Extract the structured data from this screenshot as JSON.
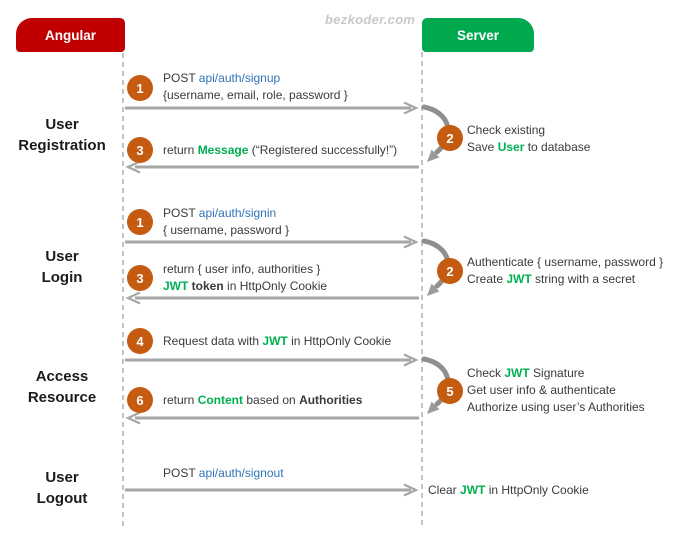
{
  "watermark": "bezkoder.com",
  "actors": {
    "client": "Angular",
    "server": "Server"
  },
  "colors": {
    "client_box": "#C00000",
    "server_box": "#00A94E",
    "badge_orange": "#C55A11",
    "highlight_green": "#00B050",
    "link_blue": "#2E75B6",
    "arrow_gray": "#A6A6A6"
  },
  "sections": [
    {
      "label": [
        "User",
        "Registration"
      ]
    },
    {
      "label": [
        "User",
        "Login"
      ]
    },
    {
      "label": [
        "Access",
        "Resource"
      ]
    },
    {
      "label": [
        "User",
        "Logout"
      ]
    }
  ],
  "messages": {
    "reg_request": {
      "badge": "1",
      "lines": [
        [
          {
            "t": "POST ",
            "c": "plain"
          },
          {
            "t": "api/auth/signup",
            "c": "blue"
          }
        ],
        [
          {
            "t": "{username, email, role, password }",
            "c": "plain"
          }
        ]
      ]
    },
    "reg_response": {
      "badge": "3",
      "lines": [
        [
          {
            "t": "return ",
            "c": "plain"
          },
          {
            "t": "Message",
            "c": "green"
          },
          {
            "t": " (“Registered successfully!”)",
            "c": "plain"
          }
        ]
      ]
    },
    "reg_server": {
      "badge": "2",
      "lines": [
        [
          {
            "t": "Check existing",
            "c": "plain"
          }
        ],
        [
          {
            "t": "Save ",
            "c": "plain"
          },
          {
            "t": "User",
            "c": "green"
          },
          {
            "t": " to database",
            "c": "plain"
          }
        ]
      ]
    },
    "login_request": {
      "badge": "1",
      "lines": [
        [
          {
            "t": "POST ",
            "c": "plain"
          },
          {
            "t": "api/auth/signin",
            "c": "blue"
          }
        ],
        [
          {
            "t": "{ username, password }",
            "c": "plain"
          }
        ]
      ]
    },
    "login_response": {
      "badge": "3",
      "lines": [
        [
          {
            "t": "return { user info, authorities }",
            "c": "plain"
          }
        ],
        [
          {
            "t": "JWT",
            "c": "green"
          },
          {
            "t": " token",
            "c": "bold"
          },
          {
            "t": " in HttpOnly Cookie",
            "c": "plain"
          }
        ]
      ]
    },
    "login_server": {
      "badge": "2",
      "lines": [
        [
          {
            "t": "Authenticate { username, password }",
            "c": "plain"
          }
        ],
        [
          {
            "t": "Create ",
            "c": "plain"
          },
          {
            "t": "JWT",
            "c": "green"
          },
          {
            "t": " string with a secret",
            "c": "plain"
          }
        ]
      ]
    },
    "access_request": {
      "badge": "4",
      "lines": [
        [
          {
            "t": "Request data with ",
            "c": "plain"
          },
          {
            "t": "JWT",
            "c": "green"
          },
          {
            "t": " in HttpOnly Cookie",
            "c": "plain"
          }
        ]
      ]
    },
    "access_response": {
      "badge": "6",
      "lines": [
        [
          {
            "t": "return ",
            "c": "plain"
          },
          {
            "t": "Content",
            "c": "green"
          },
          {
            "t": " based on ",
            "c": "plain"
          },
          {
            "t": "Authorities",
            "c": "bold"
          }
        ]
      ]
    },
    "access_server": {
      "badge": "5",
      "lines": [
        [
          {
            "t": "Check ",
            "c": "plain"
          },
          {
            "t": "JWT",
            "c": "green"
          },
          {
            "t": " Signature",
            "c": "plain"
          }
        ],
        [
          {
            "t": "Get user info & authenticate",
            "c": "plain"
          }
        ],
        [
          {
            "t": "Authorize using user’s Authorities",
            "c": "plain"
          }
        ]
      ]
    },
    "logout_request": {
      "lines": [
        [
          {
            "t": "POST ",
            "c": "plain"
          },
          {
            "t": "api/auth/signout",
            "c": "blue"
          }
        ]
      ]
    },
    "logout_server": {
      "lines": [
        [
          {
            "t": "Clear ",
            "c": "plain"
          },
          {
            "t": "JWT",
            "c": "green"
          },
          {
            "t": " in HttpOnly Cookie",
            "c": "plain"
          }
        ]
      ]
    }
  }
}
